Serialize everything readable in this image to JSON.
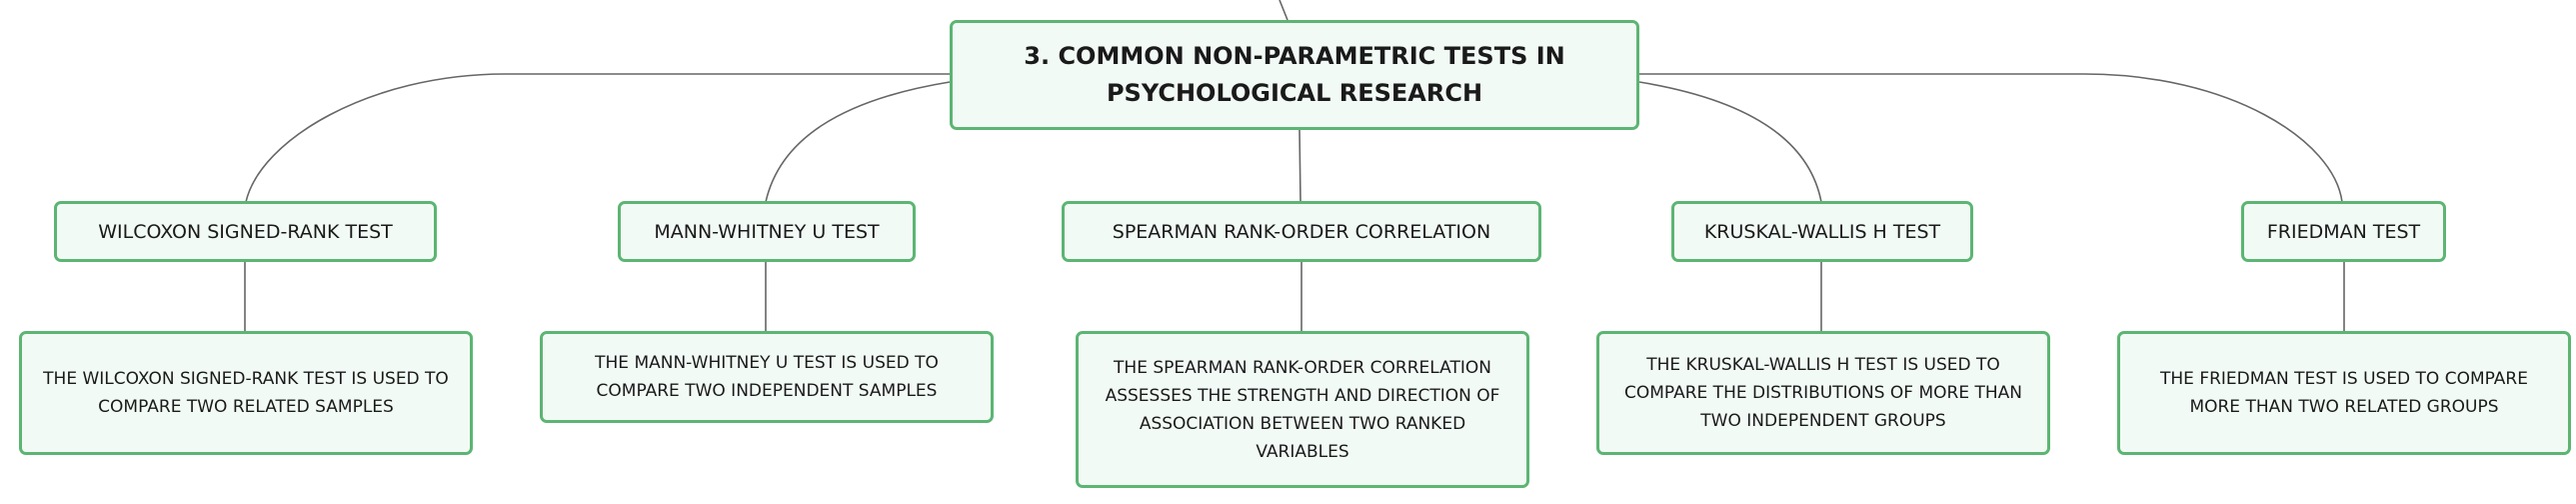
{
  "root": {
    "title": "3. COMMON NON-PARAMETRIC TESTS IN PSYCHOLOGICAL RESEARCH"
  },
  "topics": [
    {
      "label": "WILCOXON SIGNED-RANK TEST",
      "description": "THE WILCOXON SIGNED-RANK TEST IS USED TO COMPARE TWO RELATED SAMPLES"
    },
    {
      "label": "MANN-WHITNEY U TEST",
      "description": "THE MANN-WHITNEY U TEST IS USED TO COMPARE TWO INDEPENDENT SAMPLES"
    },
    {
      "label": "SPEARMAN RANK-ORDER CORRELATION",
      "description": "THE SPEARMAN RANK-ORDER CORRELATION ASSESSES THE STRENGTH AND DIRECTION OF ASSOCIATION BETWEEN TWO RANKED VARIABLES"
    },
    {
      "label": "KRUSKAL-WALLIS H TEST",
      "description": "THE KRUSKAL-WALLIS H TEST IS USED TO COMPARE THE DISTRIBUTIONS OF MORE THAN TWO INDEPENDENT GROUPS"
    },
    {
      "label": "FRIEDMAN TEST",
      "description": "THE FRIEDMAN TEST IS USED TO COMPARE MORE THAN TWO RELATED GROUPS"
    }
  ],
  "colors": {
    "border": "#5cb573",
    "fill": "#f2faf5",
    "line": "#555555",
    "text": "#1a1a1a"
  }
}
